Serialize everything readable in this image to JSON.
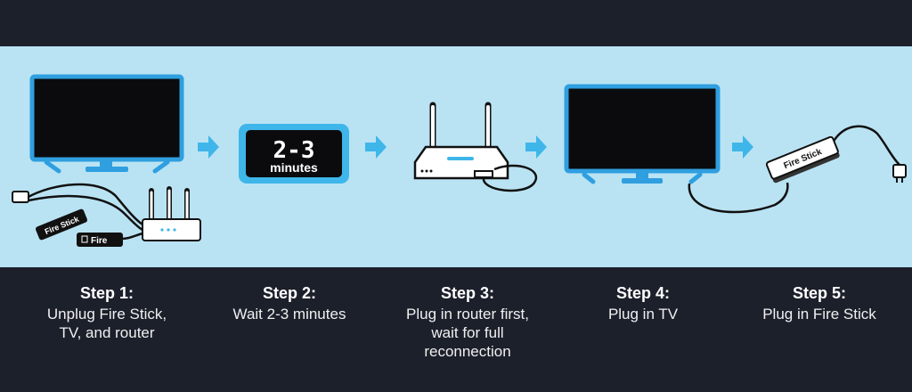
{
  "steps": [
    {
      "title": "Step 1:",
      "desc": "Unplug Fire Stick, TV, and router"
    },
    {
      "title": "Step 2:",
      "desc": "Wait 2-3 minutes"
    },
    {
      "title": "Step 3:",
      "desc": "Plug in router first, wait for full reconnection"
    },
    {
      "title": "Step 4:",
      "desc": "Plug in TV"
    },
    {
      "title": "Step 5:",
      "desc": "Plug in Fire Stick"
    }
  ],
  "illustrations": {
    "timer_value": "2-3",
    "timer_unit": "minutes",
    "stick_label_1": "Fire Stick",
    "stick_label_2": "Fire",
    "stick_label_5": "Fire Stick"
  },
  "colors": {
    "accent": "#3fb6ea",
    "band": "#b9e3f3",
    "background": "#1c202b"
  }
}
